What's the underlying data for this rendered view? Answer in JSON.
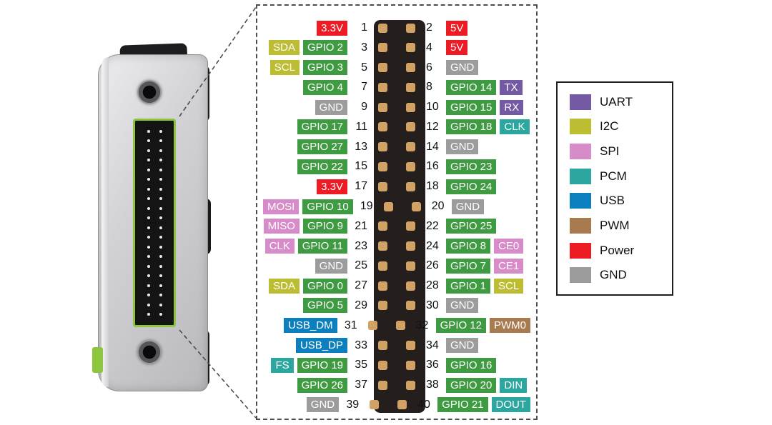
{
  "colors": {
    "gpio": "#3E9B41",
    "power": "#EC1B24",
    "gnd": "#9C9C9C",
    "i2c": "#BCBD33",
    "uart": "#7459A5",
    "spi": "#D78BC9",
    "pcm": "#2CA7A0",
    "usb": "#0C7FBF",
    "pwm": "#A87A4F",
    "pin_dot": "#D2A264",
    "connector_body": "#241F1D",
    "connector_highlight": "#8CC63E"
  },
  "legend": {
    "items": [
      {
        "label": "UART",
        "type": "uart"
      },
      {
        "label": "I2C",
        "type": "i2c"
      },
      {
        "label": "SPI",
        "type": "spi"
      },
      {
        "label": "PCM",
        "type": "pcm"
      },
      {
        "label": "USB",
        "type": "usb"
      },
      {
        "label": "PWM",
        "type": "pwm"
      },
      {
        "label": "Power",
        "type": "power"
      },
      {
        "label": "GND",
        "type": "gnd"
      }
    ]
  },
  "pinout": {
    "rows": [
      {
        "ln": "1",
        "rn": "2",
        "left": [
          {
            "text": "3.3V",
            "type": "power"
          }
        ],
        "right": [
          {
            "text": "5V",
            "type": "power"
          }
        ]
      },
      {
        "ln": "3",
        "rn": "4",
        "left": [
          {
            "text": "SDA",
            "type": "i2c"
          },
          {
            "text": "GPIO 2",
            "type": "gpio"
          }
        ],
        "right": [
          {
            "text": "5V",
            "type": "power"
          }
        ]
      },
      {
        "ln": "5",
        "rn": "6",
        "left": [
          {
            "text": "SCL",
            "type": "i2c"
          },
          {
            "text": "GPIO 3",
            "type": "gpio"
          }
        ],
        "right": [
          {
            "text": "GND",
            "type": "gnd"
          }
        ]
      },
      {
        "ln": "7",
        "rn": "8",
        "left": [
          {
            "text": "GPIO 4",
            "type": "gpio"
          }
        ],
        "right": [
          {
            "text": "GPIO 14",
            "type": "gpio"
          },
          {
            "text": "TX",
            "type": "uart"
          }
        ]
      },
      {
        "ln": "9",
        "rn": "10",
        "left": [
          {
            "text": "GND",
            "type": "gnd"
          }
        ],
        "right": [
          {
            "text": "GPIO 15",
            "type": "gpio"
          },
          {
            "text": "RX",
            "type": "uart"
          }
        ]
      },
      {
        "ln": "11",
        "rn": "12",
        "left": [
          {
            "text": "GPIO 17",
            "type": "gpio"
          }
        ],
        "right": [
          {
            "text": "GPIO 18",
            "type": "gpio"
          },
          {
            "text": "CLK",
            "type": "pcm"
          }
        ]
      },
      {
        "ln": "13",
        "rn": "14",
        "left": [
          {
            "text": "GPIO 27",
            "type": "gpio"
          }
        ],
        "right": [
          {
            "text": "GND",
            "type": "gnd"
          }
        ]
      },
      {
        "ln": "15",
        "rn": "16",
        "left": [
          {
            "text": "GPIO 22",
            "type": "gpio"
          }
        ],
        "right": [
          {
            "text": "GPIO 23",
            "type": "gpio"
          }
        ]
      },
      {
        "ln": "17",
        "rn": "18",
        "left": [
          {
            "text": "3.3V",
            "type": "power"
          }
        ],
        "right": [
          {
            "text": "GPIO 24",
            "type": "gpio"
          }
        ]
      },
      {
        "ln": "19",
        "rn": "20",
        "left": [
          {
            "text": "MOSI",
            "type": "spi"
          },
          {
            "text": "GPIO 10",
            "type": "gpio"
          }
        ],
        "right": [
          {
            "text": "GND",
            "type": "gnd"
          }
        ]
      },
      {
        "ln": "21",
        "rn": "22",
        "left": [
          {
            "text": "MISO",
            "type": "spi"
          },
          {
            "text": "GPIO 9",
            "type": "gpio"
          }
        ],
        "right": [
          {
            "text": "GPIO 25",
            "type": "gpio"
          }
        ]
      },
      {
        "ln": "23",
        "rn": "24",
        "left": [
          {
            "text": "CLK",
            "type": "spi"
          },
          {
            "text": "GPIO 11",
            "type": "gpio"
          }
        ],
        "right": [
          {
            "text": "GPIO 8",
            "type": "gpio"
          },
          {
            "text": "CE0",
            "type": "spi"
          }
        ]
      },
      {
        "ln": "25",
        "rn": "26",
        "left": [
          {
            "text": "GND",
            "type": "gnd"
          }
        ],
        "right": [
          {
            "text": "GPIO 7",
            "type": "gpio"
          },
          {
            "text": "CE1",
            "type": "spi"
          }
        ]
      },
      {
        "ln": "27",
        "rn": "28",
        "left": [
          {
            "text": "SDA",
            "type": "i2c"
          },
          {
            "text": "GPIO 0",
            "type": "gpio"
          }
        ],
        "right": [
          {
            "text": "GPIO 1",
            "type": "gpio"
          },
          {
            "text": "SCL",
            "type": "i2c"
          }
        ]
      },
      {
        "ln": "29",
        "rn": "30",
        "left": [
          {
            "text": "GPIO 5",
            "type": "gpio"
          }
        ],
        "right": [
          {
            "text": "GND",
            "type": "gnd"
          }
        ]
      },
      {
        "ln": "31",
        "rn": "32",
        "left": [
          {
            "text": "USB_DM",
            "type": "usb"
          }
        ],
        "right": [
          {
            "text": "GPIO 12",
            "type": "gpio"
          },
          {
            "text": "PWM0",
            "type": "pwm"
          }
        ]
      },
      {
        "ln": "33",
        "rn": "34",
        "left": [
          {
            "text": "USB_DP",
            "type": "usb"
          }
        ],
        "right": [
          {
            "text": "GND",
            "type": "gnd"
          }
        ]
      },
      {
        "ln": "35",
        "rn": "36",
        "left": [
          {
            "text": "FS",
            "type": "pcm"
          },
          {
            "text": "GPIO 19",
            "type": "gpio"
          }
        ],
        "right": [
          {
            "text": "GPIO 16",
            "type": "gpio"
          }
        ]
      },
      {
        "ln": "37",
        "rn": "38",
        "left": [
          {
            "text": "GPIO 26",
            "type": "gpio"
          }
        ],
        "right": [
          {
            "text": "GPIO 20",
            "type": "gpio"
          },
          {
            "text": "DIN",
            "type": "pcm"
          }
        ]
      },
      {
        "ln": "39",
        "rn": "40",
        "left": [
          {
            "text": "GND",
            "type": "gnd"
          }
        ],
        "right": [
          {
            "text": "GPIO 21",
            "type": "gpio"
          },
          {
            "text": "DOUT",
            "type": "pcm"
          }
        ]
      }
    ]
  }
}
